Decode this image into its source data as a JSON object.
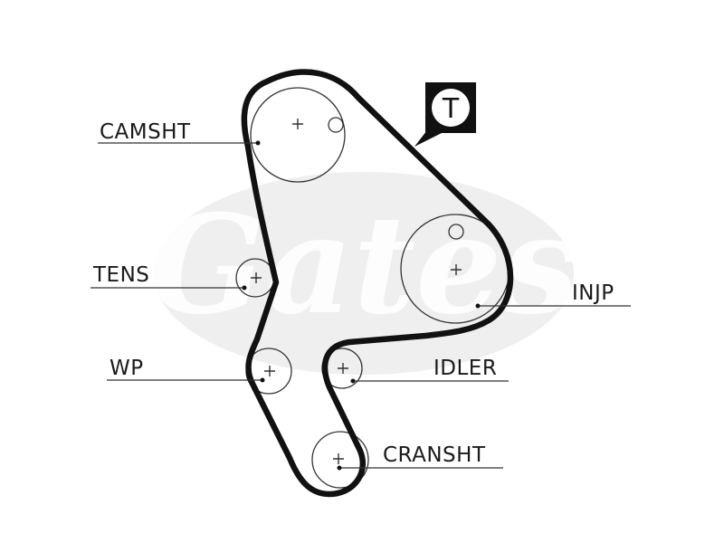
{
  "diagram": {
    "labels": {
      "camshaft": "CAMSHT",
      "tensioner": "TENS",
      "water_pump": "WP",
      "injection_pump": "INJP",
      "idler": "IDLER",
      "crankshaft": "CRANSHT"
    },
    "badge": "T",
    "watermark_brand": "Gates"
  },
  "colors": {
    "belt": "#111111",
    "pulley": "#333333",
    "watermark": "#ececec",
    "label": "#1a1a1a"
  }
}
